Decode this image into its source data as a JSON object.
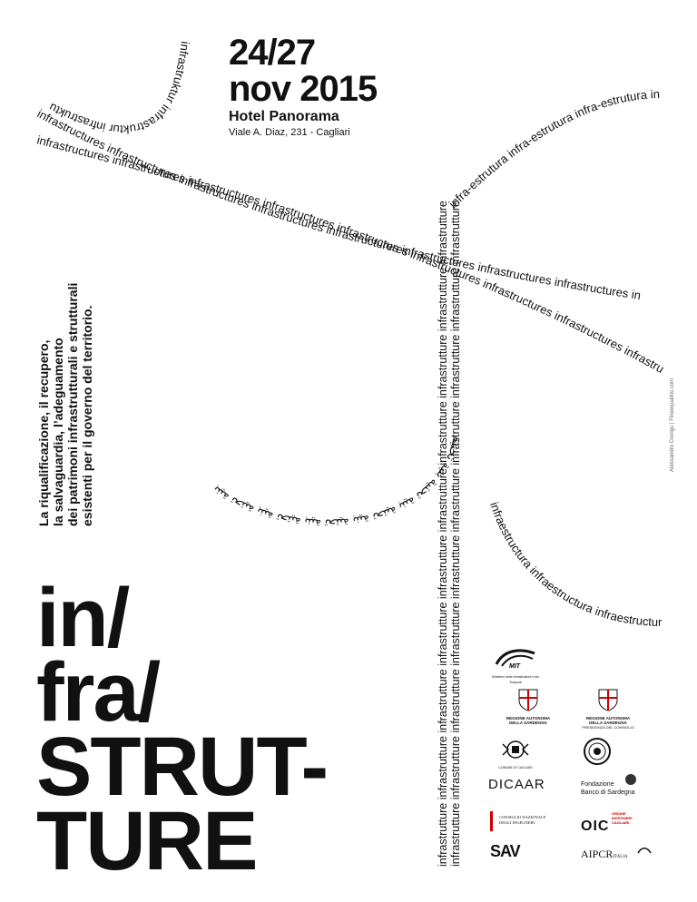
{
  "event": {
    "date_line1": "24/27",
    "date_line2": "nov 2015",
    "venue": "Hotel Panorama",
    "address": "Viale A. Diaz, 231 - Cagliari"
  },
  "tagline": {
    "line1": "La riqualificazione, il recupero,",
    "line2": "la salvaguardia, l’adeguamento",
    "line3": "dei patrimoni infrastrutturali e strutturali",
    "line4": "esistenti per il governo del territorio."
  },
  "title": {
    "line1": "in/",
    "line2": "fra/",
    "line3": "STRUT-",
    "line4": "TURE"
  },
  "credit": "Alessandro Corrigu | Fineequalitis.com",
  "typography_art": {
    "vertical_it": "infrastrutture infrastrutture infrastrutture infrastrutture infrastrutture infrastrutture infrastrutture infrastrutture infrastrutture infrastrutture",
    "curve_de": "infrastruktur infrastruktur infrastruktur infrastruktur infrast",
    "band_en": "infrastructures infrastructures infrastructures infrastructures infrastructures infrastructures infrastructures infrastructures infrastru",
    "curve_es": "infra-estrutura infra-estrutura infra-estrutura infra-es",
    "circle_ar": "بنية تحتية بنية تحتية بنية تحتية بنية تحتية بنية تحتية بنية تحتية",
    "curve_pt": "infraestructura infraestructura infraestructura"
  },
  "sponsors": {
    "mit": "MIT",
    "mit_sub": "Ministero delle Infrastrutture e dei Trasporti",
    "regione1": "REGIONE AUTONOMA\nDELLA SARDEGNA",
    "regione2": "REGIONE AUTONOMA\nDELLA SARDEGNA",
    "regione2_sub": "PRESIDENZA DEL CONSIGLIO",
    "comune": "COMUNE DI CAGLIARI",
    "dicaar": "DICAAR",
    "fondazione": "Fondazione\nBanco di Sardegna",
    "cni": "CONSIGLIO NAZIONALE\nDEGLI INGEGNERI",
    "oic": "OIC",
    "oic_sub": "ORDINE\nINGEGNERI\nCAGLIARI",
    "sav": "SAV",
    "aipcr": "AIPCR",
    "aipcr_sub": "ITALIA"
  }
}
